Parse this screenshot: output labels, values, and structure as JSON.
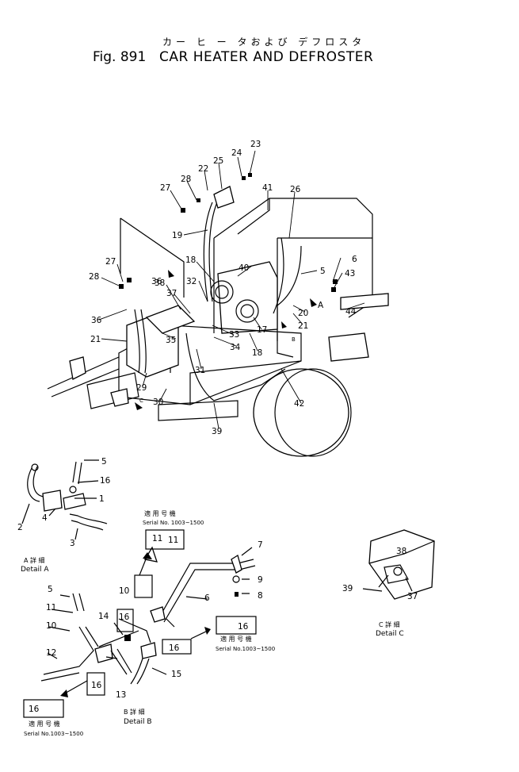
{
  "title": {
    "japanese": "カー ヒ ー タおよび デフロスタ",
    "fig_number": "Fig. 891",
    "english": "CAR HEATER AND DEFROSTER"
  },
  "callouts_main": [
    "23",
    "24",
    "25",
    "22",
    "28",
    "27",
    "41",
    "26",
    "19",
    "27",
    "6",
    "28",
    "40",
    "5",
    "18",
    "43",
    "32",
    "36",
    "37",
    "38",
    "20",
    "A",
    "44",
    "36",
    "33",
    "21",
    "21",
    "17",
    "34",
    "35",
    "18",
    "B",
    "31",
    "29",
    "C",
    "30",
    "42",
    "39"
  ],
  "detail_a": {
    "callouts": [
      "5",
      "16",
      "1",
      "2",
      "4",
      "3"
    ],
    "caption_jp": "A 詳 細",
    "caption_en": "Detail A"
  },
  "detail_b": {
    "callouts": [
      "7",
      "11",
      "9",
      "8",
      "10",
      "6",
      "5",
      "11",
      "14",
      "16",
      "10",
      "16",
      "12",
      "13",
      "16",
      "15"
    ],
    "serial_top_jp": "適 用 号 機",
    "serial_top": "Serial No. 1003~1500",
    "serial_top_part": "11",
    "serial_right_jp": "適 用 号 機",
    "serial_right": "Serial No.1003~1500",
    "serial_right_part": "16",
    "serial_bottom_jp": "適 用 号 機",
    "serial_bottom": "Serial No.1003~1500",
    "serial_bottom_part": "16",
    "caption_jp": "B 詳 細",
    "caption_en": "Detail B"
  },
  "detail_c": {
    "callouts": [
      "38",
      "39",
      "37"
    ],
    "caption_jp": "C 詳 細",
    "caption_en": "Detail C"
  }
}
